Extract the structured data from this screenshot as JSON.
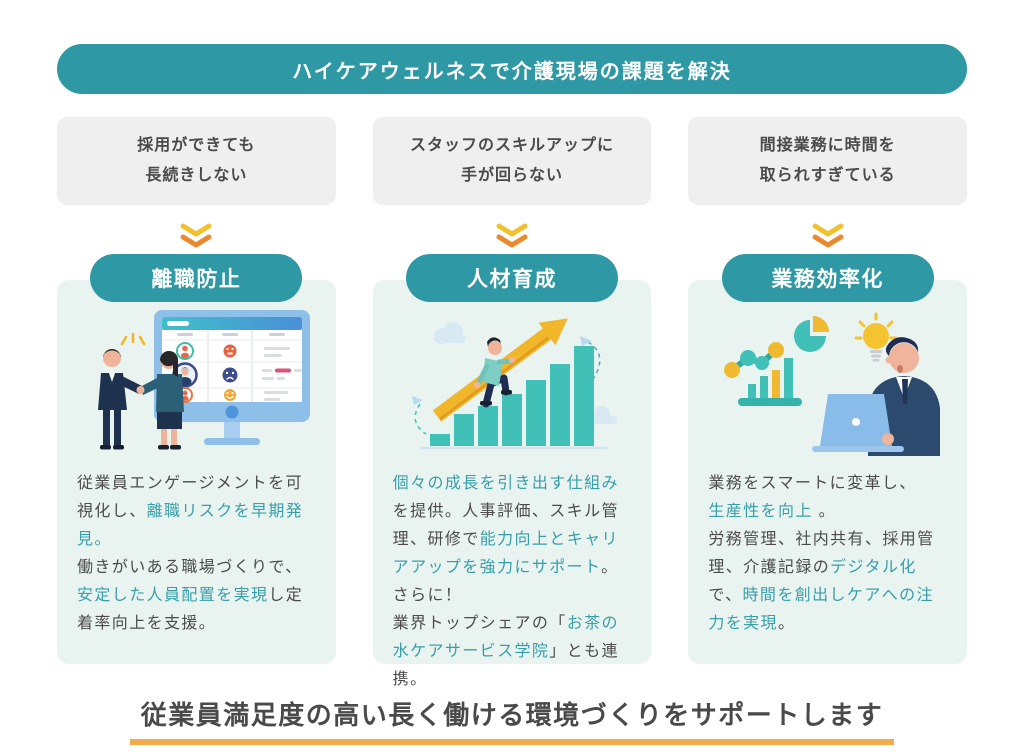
{
  "banner": {
    "title": "ハイケアウェルネスで介護現場の課題を解決"
  },
  "columns": [
    {
      "problem_lines": [
        "採用ができても",
        "長続きしない"
      ],
      "label": "離職防止",
      "description": [
        {
          "text": "従業員エンゲージメントを可視化し、",
          "hl": false
        },
        {
          "text": "離職リスクを早期発見。",
          "hl": true
        },
        {
          "text": "\n働きがいある職場づくりで、",
          "hl": false
        },
        {
          "text": "安定した人員配置を実現",
          "hl": true
        },
        {
          "text": "し定着率向上を支援。",
          "hl": false
        }
      ]
    },
    {
      "problem_lines": [
        "スタッフのスキルアップに",
        "手が回らない"
      ],
      "label": "人材育成",
      "description": [
        {
          "text": "個々の成長を引き出す仕組み",
          "hl": true
        },
        {
          "text": "を提供。人事評価、スキル管理、研修で",
          "hl": false
        },
        {
          "text": "能力向上とキャリアアップを強力にサポート",
          "hl": true
        },
        {
          "text": "。さらに！\n業界トップシェアの「",
          "hl": false
        },
        {
          "text": "お茶の水ケアサービス学院",
          "hl": true
        },
        {
          "text": "」とも連携。",
          "hl": false
        }
      ]
    },
    {
      "problem_lines": [
        "間接業務に時間を",
        "取られすぎている"
      ],
      "label": "業務効率化",
      "description": [
        {
          "text": "業務をスマートに変革し、\n",
          "hl": false
        },
        {
          "text": "生産性を向上",
          "hl": true
        },
        {
          "text": " 。\n労務管理、社内共有、採用管理、介護記録の",
          "hl": false
        },
        {
          "text": "デジタル化",
          "hl": true
        },
        {
          "text": "で、",
          "hl": false
        },
        {
          "text": "時間を創出しケアへの注力を実現",
          "hl": true
        },
        {
          "text": "。",
          "hl": false
        }
      ]
    }
  ],
  "footer": {
    "title": "従業員満足度の高い長く働ける環境づくりをサポートします"
  },
  "icons": {
    "chevron": "double-chevron-down",
    "illustrations": [
      "handshake-monitor",
      "growth-arrow-climb",
      "laptop-charts"
    ]
  },
  "colors": {
    "teal": "#2E99A5",
    "highlight_text": "#379FA9",
    "card_bg": "#E9F4F1",
    "problem_bg": "#EFEFEF",
    "body_text": "#4B4B4B",
    "chevron_top": "#F2C12F",
    "chevron_bottom": "#E98A2E",
    "underline": "#F3AC4C"
  }
}
